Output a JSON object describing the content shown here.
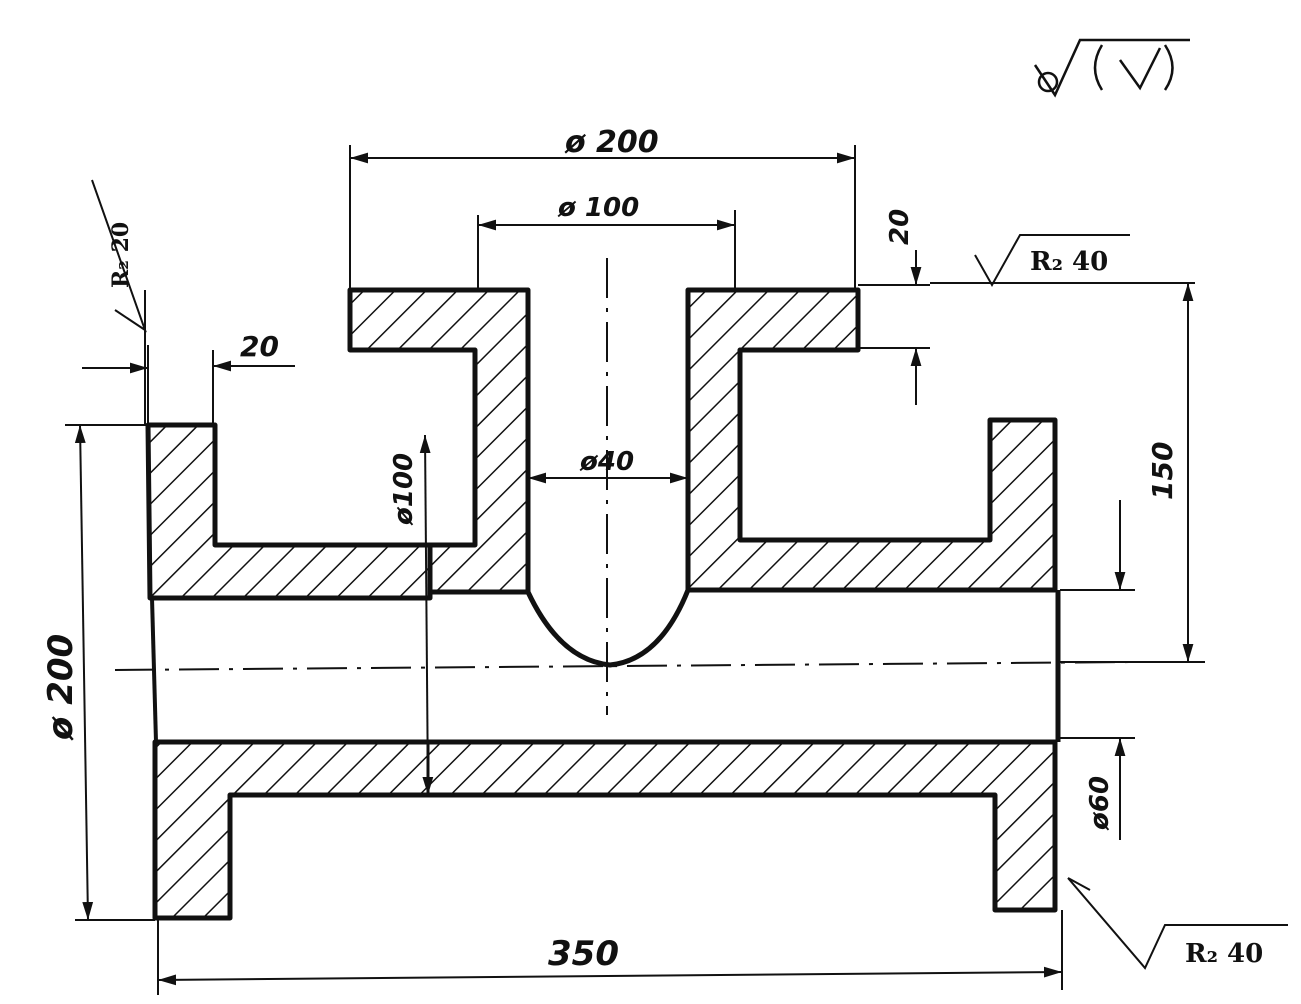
{
  "dimensions": {
    "top_flange_outer_dia": "ø 200",
    "top_flange_inner_dia": "ø 100",
    "top_flange_thickness": "20",
    "left_flange_thickness": "20",
    "branch_bore_dia": "ø40",
    "main_bore_dia": "ø100",
    "overall_height": "150",
    "outlet_dia": "ø60",
    "left_flange_dia": "ø 200",
    "overall_length": "350"
  },
  "roughness": {
    "left_face": "R₂ 20",
    "top_face": "R₂ 40",
    "right_face": "R₂ 40"
  },
  "general_roughness_mark": "∨(√)"
}
